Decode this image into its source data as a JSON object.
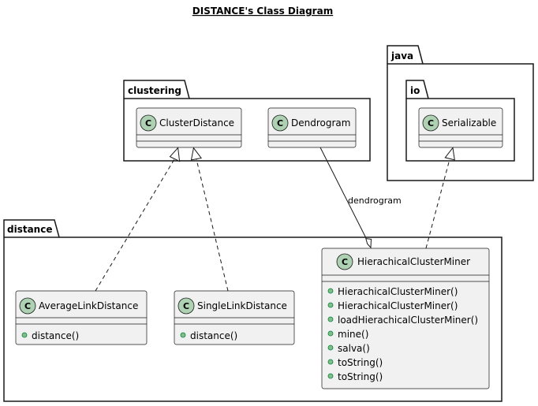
{
  "title": "DISTANCE's Class Diagram",
  "packages": {
    "clustering": "clustering",
    "java": "java",
    "io": "io",
    "distance": "distance"
  },
  "classes": {
    "cluster_distance": {
      "name": "ClusterDistance",
      "methods": []
    },
    "dendrogram": {
      "name": "Dendrogram",
      "methods": []
    },
    "serializable": {
      "name": "Serializable",
      "methods": []
    },
    "average_link": {
      "name": "AverageLinkDistance",
      "methods": [
        "distance()"
      ]
    },
    "single_link": {
      "name": "SingleLinkDistance",
      "methods": [
        "distance()"
      ]
    },
    "hierarchical": {
      "name": "HierachicalClusterMiner",
      "methods": [
        "HierachicalClusterMiner()",
        "HierachicalClusterMiner()",
        "loadHierachicalClusterMiner()",
        "mine()",
        "salva()",
        "toString()",
        "toString()"
      ]
    }
  },
  "class_icon_letter": "C",
  "edges": {
    "dendrogram_label": "dendrogram"
  },
  "colors": {
    "class_fill": "#F1F1F1",
    "icon_fill": "#ADD1B2",
    "method_dot": "#84BE84",
    "line": "#181818"
  }
}
